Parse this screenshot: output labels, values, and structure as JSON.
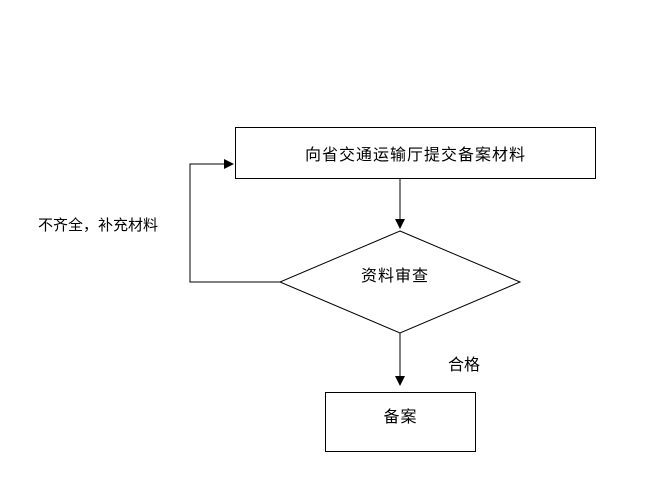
{
  "diagram": {
    "steps": {
      "submit": "向省交通运输厅提交备案材料",
      "review": "资料审查",
      "record": "备案"
    },
    "edges": {
      "incomplete": "不齐全，补充材料",
      "qualified": "合格"
    }
  }
}
